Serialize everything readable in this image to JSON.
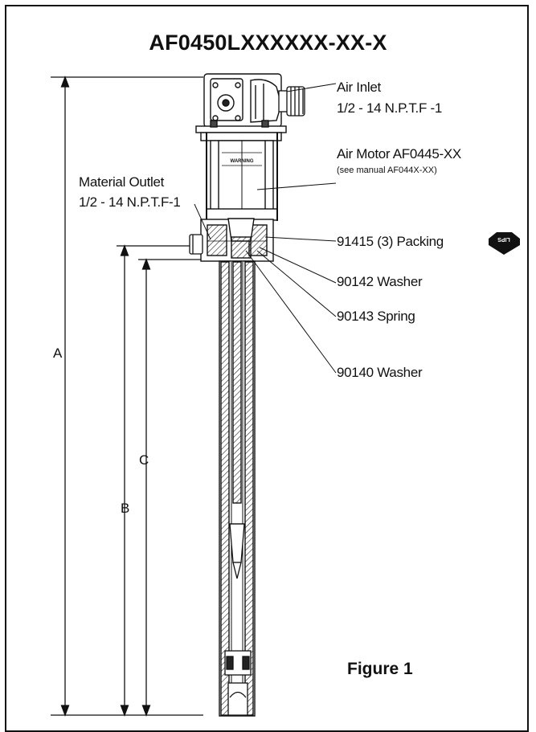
{
  "title": "AF0450LXXXXXX-XX-X",
  "callouts": {
    "air_inlet": {
      "line1": "Air Inlet",
      "line2": "1/2 - 14 N.P.T.F -1"
    },
    "air_motor": {
      "line1": "Air Motor AF0445-XX",
      "line2": "(see manual AF044X-XX)"
    },
    "material_outlet": {
      "line1": "Material Outlet",
      "line2": "1/2 - 14 N.P.T.F-1"
    },
    "packing": "91415 (3) Packing",
    "washer_1": "90142 Washer",
    "spring": "90143 Spring",
    "washer_2": "90140 Washer"
  },
  "dimensions": {
    "a": "A",
    "b": "B",
    "c": "C"
  },
  "motor_label": "WARNING",
  "badge": "LIPS",
  "figure_label": "Figure 1"
}
